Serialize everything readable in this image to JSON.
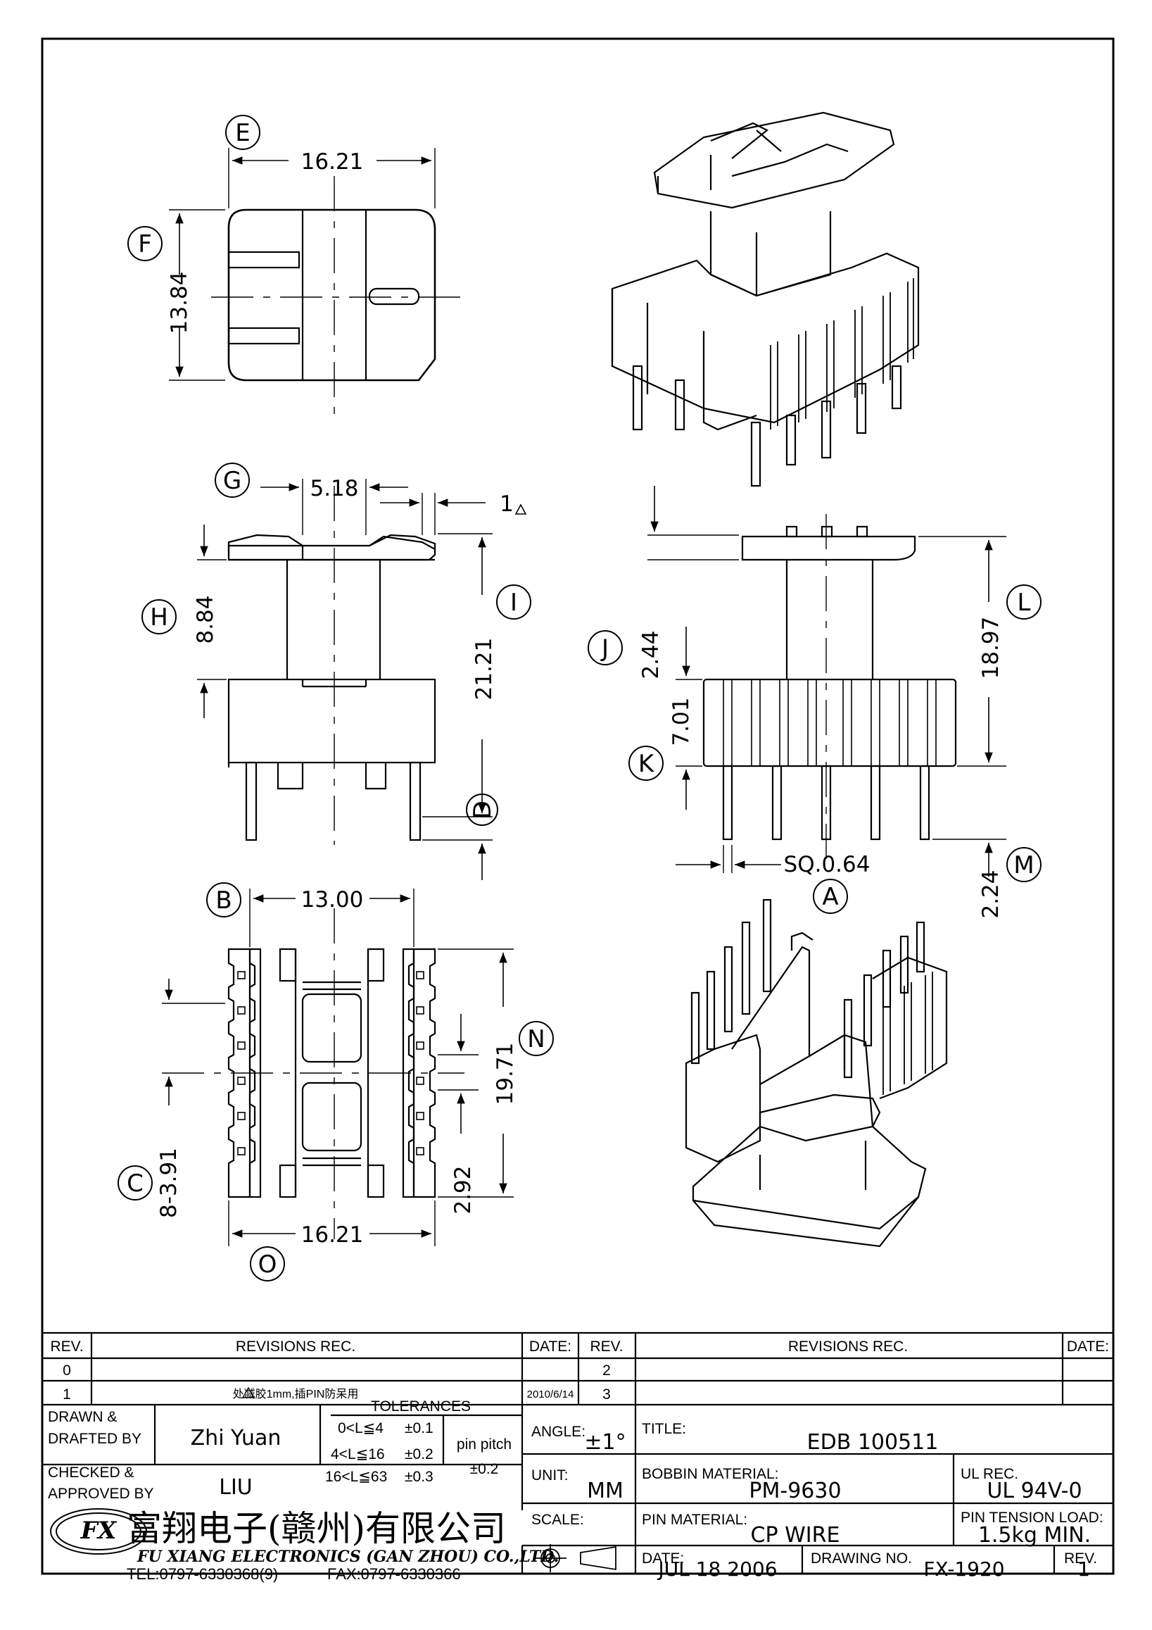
{
  "dimensions": {
    "top_width": "16.21",
    "top_height": "13.84",
    "core_width": "5.18",
    "notch": "1",
    "flange_height": "8.84",
    "total_height_front": "21.21",
    "side_shoulder": "2.44",
    "side_base": "7.01",
    "side_total": "18.97",
    "pin_square": "SQ.0.64",
    "pin_length": "2.24",
    "bottom_span": "13.00",
    "bottom_length": "19.71",
    "pin_pitch_dim": "8-3.91",
    "pin_gap": "2.92",
    "bottom_width": "16.21"
  },
  "callouts": {
    "a": "A",
    "b": "B",
    "c": "C",
    "d": "D",
    "e": "E",
    "f": "F",
    "g": "G",
    "h": "H",
    "i": "I",
    "j": "J",
    "k": "K",
    "l": "L",
    "m": "M",
    "n": "N",
    "o": "O"
  },
  "revisions": {
    "rev_header": "REV.",
    "revisions_header": "REVISIONS    REC.",
    "date_header": "DATE:",
    "rows_left": [
      {
        "rev": "0",
        "text": "",
        "date": ""
      },
      {
        "rev": "1",
        "text": "处减胶1mm,插PIN防呆用",
        "date": "2010/6/14"
      }
    ],
    "rows_right": [
      {
        "rev": "2",
        "text": "",
        "date": ""
      },
      {
        "rev": "3",
        "text": "",
        "date": ""
      }
    ]
  },
  "title_block": {
    "drawn_label_1": "DRAWN  &",
    "drawn_label_2": "DRAFTED  BY",
    "drawn_by": "Zhi  Yuan",
    "checked_label_1": "CHECKED  &",
    "checked_label_2": "APPROVED  BY",
    "checked_by": "LIU",
    "tolerances_label": "TOLERANCES",
    "tol_1": "0<L≦4",
    "tol_1v": "±0.1",
    "tol_2": "4<L≦16",
    "tol_2v": "±0.2",
    "tol_3": "16<L≦63",
    "tol_3v": "±0.3",
    "pin_pitch_label": "pin  pitch",
    "pin_pitch_value": "±0.2",
    "angle_label": "ANGLE:",
    "angle_value": "±1°",
    "unit_label": "UNIT:",
    "unit_value": "MM",
    "scale_label": "SCALE:",
    "title_label": "TITLE:",
    "title_value": "EDB  100511",
    "bobbin_label": "BOBBIN  MATERIAL:",
    "bobbin_value": "PM-9630",
    "ul_label": "UL  REC.",
    "ul_value": "UL  94V-0",
    "pin_material_label": "PIN  MATERIAL:",
    "pin_material_value": "CP  WIRE",
    "pin_tension_label": "PIN  TENSION  LOAD:",
    "pin_tension_value": "1.5kg  MIN.",
    "date_label": "DATE:",
    "date_value": "JUL  18  2006",
    "drawing_no_label": "DRAWING  NO.",
    "drawing_no_value": "FX-1920",
    "rev_label": "REV.",
    "rev_value": "1",
    "company_cn": "富翔电子(赣州)有限公司",
    "company_en": "FU  XIANG  ELECTRONICS  (GAN  ZHOU)  CO.,LTD.",
    "tel": "TEL:0797-6330368(9)",
    "fax": "FAX:0797-6330366",
    "logo_text": "FX"
  }
}
